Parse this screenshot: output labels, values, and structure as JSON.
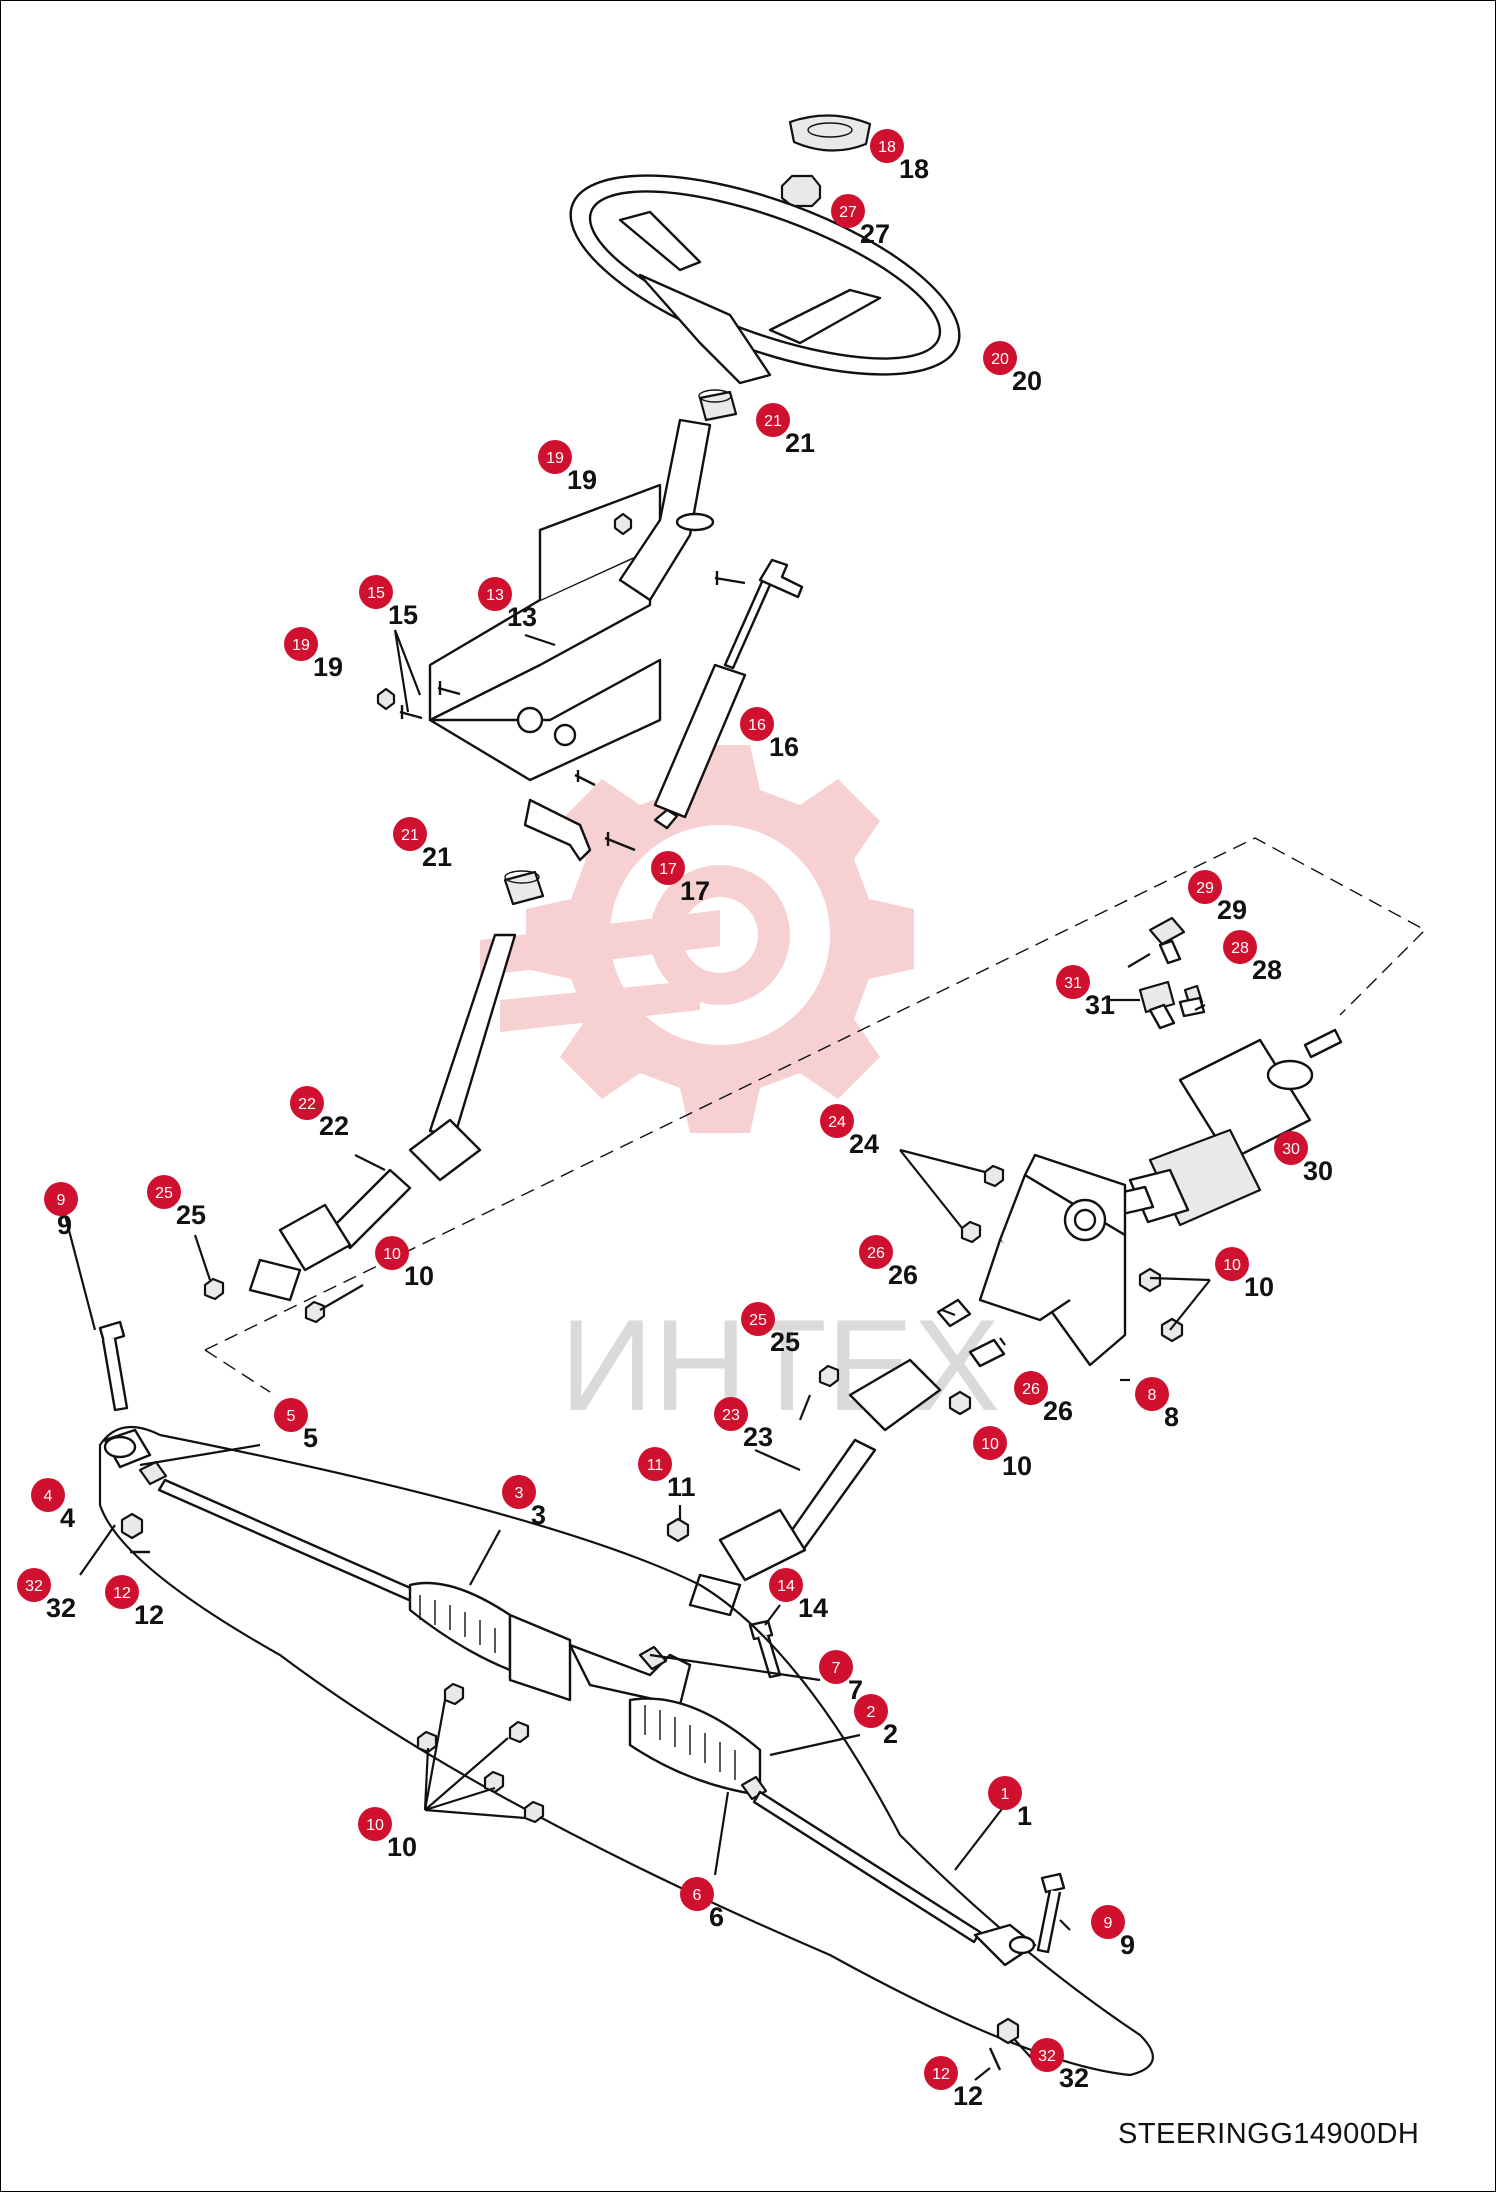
{
  "watermark": {
    "text": "ИНТЕХ",
    "color": "#f6c9c9"
  },
  "badge_color": "#d0102f",
  "document_code": "STEERINGG14900DH",
  "callouts": [
    {
      "id": "c18",
      "label": "18"
    },
    {
      "id": "c27",
      "label": "27"
    },
    {
      "id": "c20",
      "label": "20"
    },
    {
      "id": "c21a",
      "label": "21"
    },
    {
      "id": "c19a",
      "label": "19"
    },
    {
      "id": "c15",
      "label": "15"
    },
    {
      "id": "c13",
      "label": "13"
    },
    {
      "id": "c19b",
      "label": "19"
    },
    {
      "id": "c16",
      "label": "16"
    },
    {
      "id": "c21b",
      "label": "21"
    },
    {
      "id": "c17",
      "label": "17"
    },
    {
      "id": "c29",
      "label": "29"
    },
    {
      "id": "c28",
      "label": "28"
    },
    {
      "id": "c31",
      "label": "31"
    },
    {
      "id": "c22",
      "label": "22"
    },
    {
      "id": "c24",
      "label": "24"
    },
    {
      "id": "c30",
      "label": "30"
    },
    {
      "id": "c9a",
      "label": "9"
    },
    {
      "id": "c25a",
      "label": "25"
    },
    {
      "id": "c10a",
      "label": "10"
    },
    {
      "id": "c26a",
      "label": "26"
    },
    {
      "id": "c10b",
      "label": "10"
    },
    {
      "id": "c25b",
      "label": "25"
    },
    {
      "id": "c5",
      "label": "5"
    },
    {
      "id": "c26b",
      "label": "26"
    },
    {
      "id": "c8",
      "label": "8"
    },
    {
      "id": "c23",
      "label": "23"
    },
    {
      "id": "c10c",
      "label": "10"
    },
    {
      "id": "c4",
      "label": "4"
    },
    {
      "id": "c11",
      "label": "11"
    },
    {
      "id": "c3",
      "label": "3"
    },
    {
      "id": "c32a",
      "label": "32"
    },
    {
      "id": "c12a",
      "label": "12"
    },
    {
      "id": "c14",
      "label": "14"
    },
    {
      "id": "c7",
      "label": "7"
    },
    {
      "id": "c2",
      "label": "2"
    },
    {
      "id": "c1",
      "label": "1"
    },
    {
      "id": "c10d",
      "label": "10"
    },
    {
      "id": "c6",
      "label": "6"
    },
    {
      "id": "c9b",
      "label": "9"
    },
    {
      "id": "c32b",
      "label": "32"
    },
    {
      "id": "c12b",
      "label": "12"
    }
  ]
}
